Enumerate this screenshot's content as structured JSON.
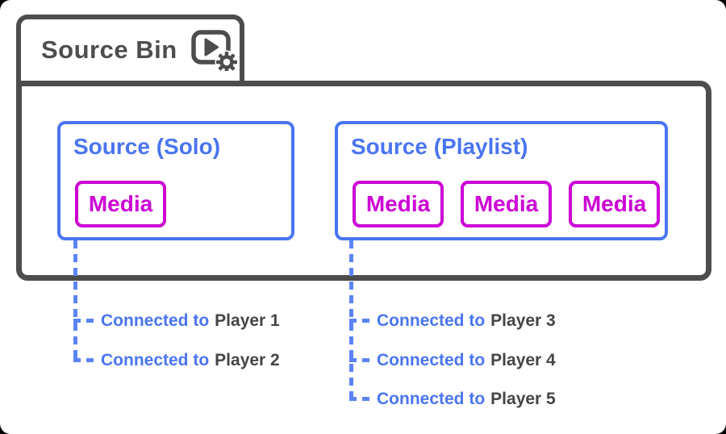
{
  "tab": {
    "title": "Source Bin",
    "icon": "media-player-gear-icon"
  },
  "bin": {
    "sources": [
      {
        "title": "Source (Solo)",
        "media": [
          "Media"
        ]
      },
      {
        "title": "Source (Playlist)",
        "media": [
          "Media",
          "Media",
          "Media"
        ]
      }
    ]
  },
  "connections": [
    {
      "source": "Source (Solo)",
      "links": [
        {
          "label": "Connected to",
          "target": "Player 1"
        },
        {
          "label": "Connected to",
          "target": "Player 2"
        }
      ]
    },
    {
      "source": "Source (Playlist)",
      "links": [
        {
          "label": "Connected to",
          "target": "Player 3"
        },
        {
          "label": "Connected to",
          "target": "Player 4"
        },
        {
          "label": "Connected to",
          "target": "Player 5"
        }
      ]
    }
  ],
  "colors": {
    "outline_gray": "#4d4d4d",
    "accent_blue": "#4a75f0",
    "dash_blue": "#5c84f5",
    "accent_magenta": "#cc00d5",
    "text_dark": "#454545"
  }
}
